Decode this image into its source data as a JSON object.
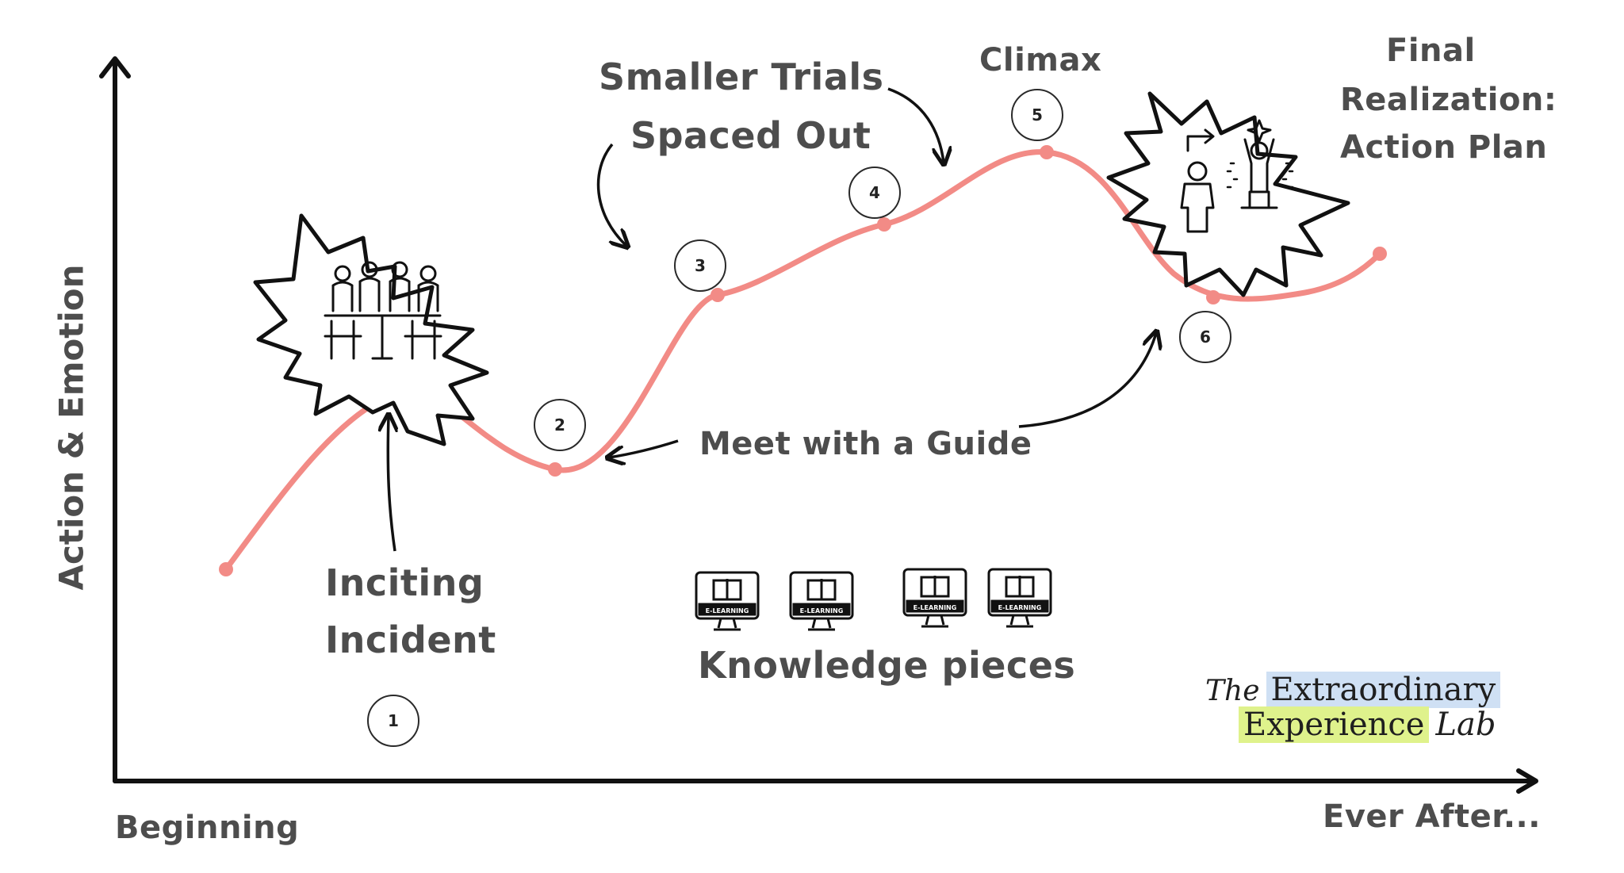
{
  "axes": {
    "y_label": "Action & Emotion",
    "x_start": "Beginning",
    "x_end": "Ever After..."
  },
  "labels": {
    "inciting_line1": "Inciting",
    "inciting_line2": "Incident",
    "smaller_trials_line1": "Smaller Trials",
    "smaller_trials_line2": "Spaced Out",
    "climax": "Climax",
    "final_line1": "Final",
    "final_line2": "Realization:",
    "final_line3": "Action Plan",
    "guide": "Meet with a Guide",
    "knowledge": "Knowledge pieces",
    "elearning_text": "E-LEARNING"
  },
  "markers": [
    "1",
    "2",
    "3",
    "4",
    "5",
    "6"
  ],
  "logo": {
    "the": "The",
    "extraordinary": "Extraordinary",
    "experience": "Experience",
    "lab": "Lab"
  },
  "colors": {
    "curve": "#f28b86",
    "text": "#4d4d4d",
    "axis": "#111111",
    "logo_blue": "#cfe0f4",
    "logo_green": "#dff28c"
  },
  "icons": [
    "meeting-table-icon",
    "e-learning-monitor-icon",
    "person-transformation-icon"
  ]
}
